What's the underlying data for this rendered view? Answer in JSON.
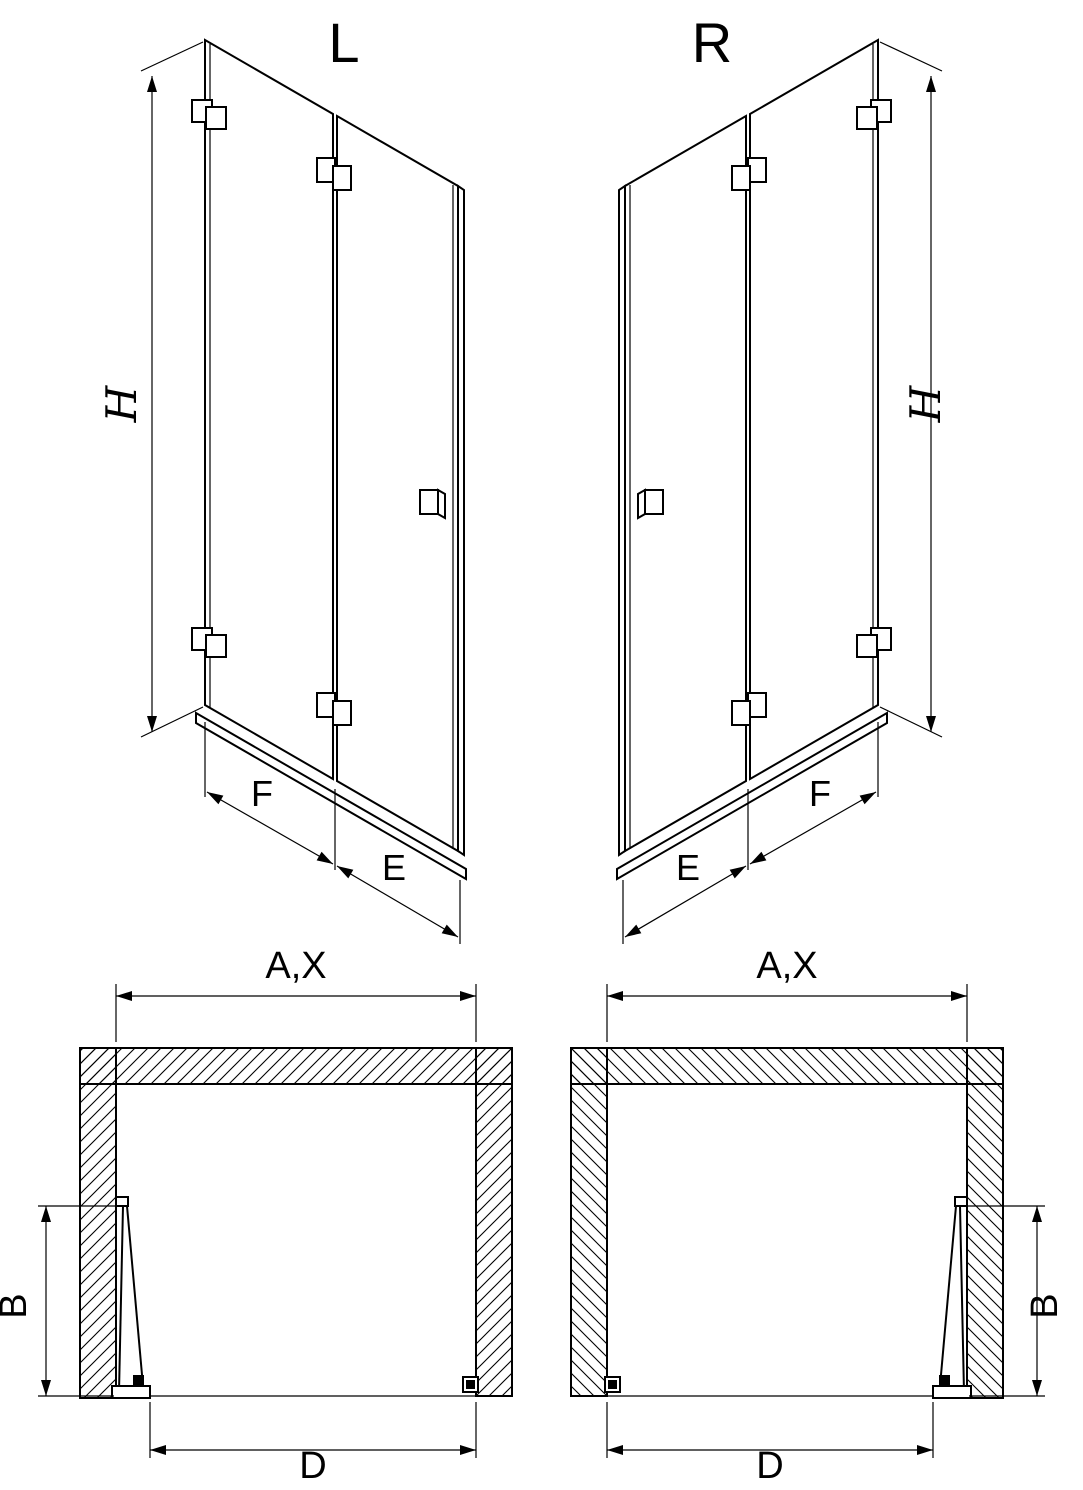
{
  "diagram": {
    "type": "technical-drawing",
    "colors": {
      "line": "#000000",
      "background": "#ffffff"
    },
    "elevation_views": [
      {
        "variant_label": "L",
        "dims": {
          "height": "H",
          "hinge_panel_width": "F",
          "handle_panel_width": "E"
        }
      },
      {
        "variant_label": "R",
        "dims": {
          "height": "H",
          "hinge_panel_width": "F",
          "handle_panel_width": "E"
        }
      }
    ],
    "plan_views": [
      {
        "dims": {
          "opening_width": "A,X",
          "fold_depth": "B",
          "entry_width": "D"
        }
      },
      {
        "dims": {
          "opening_width": "A,X",
          "fold_depth": "B",
          "entry_width": "D"
        }
      }
    ]
  }
}
